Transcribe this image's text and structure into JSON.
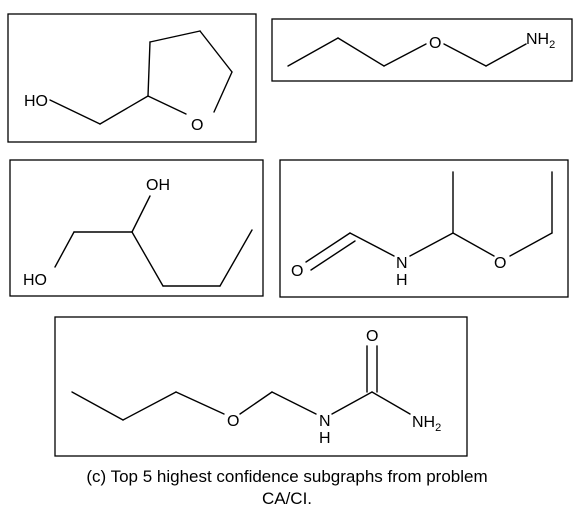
{
  "figure": {
    "caption_line1": "(c) Top 5 highest confidence subgraphs from problem",
    "caption_line2": "CA/CI.",
    "panels": [
      {
        "id": "m1",
        "atoms": [
          {
            "main": "HO",
            "sub": ""
          },
          {
            "main": "O",
            "sub": ""
          }
        ]
      },
      {
        "id": "m2",
        "atoms": [
          {
            "main": "O",
            "sub": ""
          },
          {
            "main": "NH",
            "sub": "2"
          }
        ]
      },
      {
        "id": "m3",
        "atoms": [
          {
            "main": "OH",
            "sub": ""
          },
          {
            "main": "HO",
            "sub": ""
          }
        ]
      },
      {
        "id": "m4",
        "atoms": [
          {
            "main": "O",
            "sub": ""
          },
          {
            "main": "N",
            "sub": ""
          },
          {
            "main": "H",
            "sub": ""
          },
          {
            "main": "O",
            "sub": ""
          }
        ]
      },
      {
        "id": "m5",
        "atoms": [
          {
            "main": "O",
            "sub": ""
          },
          {
            "main": "O",
            "sub": ""
          },
          {
            "main": "N",
            "sub": ""
          },
          {
            "main": "H",
            "sub": ""
          },
          {
            "main": "NH",
            "sub": "2"
          }
        ]
      }
    ]
  }
}
